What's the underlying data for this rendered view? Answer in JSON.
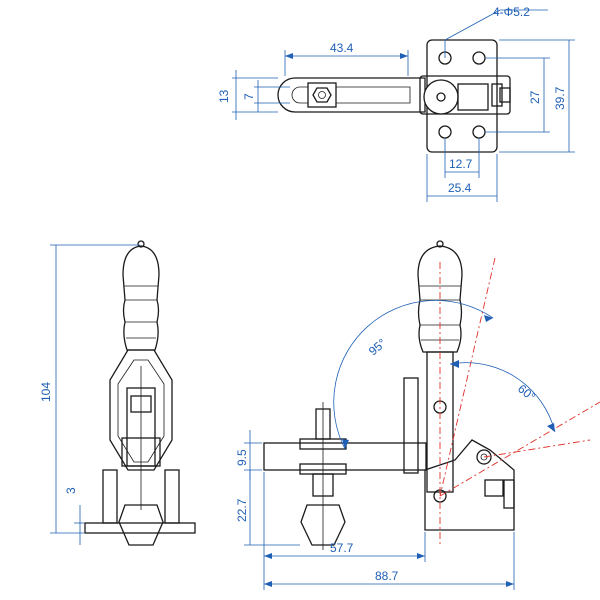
{
  "dimensions": {
    "hole_spec": "4-Φ5.2",
    "arm_length": "43.4",
    "arm_width": "13",
    "arm_slot": "7",
    "hole_pitch_y": "27",
    "base_height": "39.7",
    "hole_pitch_x": "12.7",
    "base_width": "25.4",
    "overall_height": "104",
    "base_thickness": "3",
    "bar_height": "9.5",
    "spindle_drop": "22.7",
    "reach": "57.7",
    "overall_length": "88.7",
    "open_angle": "95°",
    "handle_angle": "60°"
  },
  "colors": {
    "outline": "#1a1a1a",
    "dimension": "#1f5fb4",
    "centerline": "#e0302a"
  }
}
